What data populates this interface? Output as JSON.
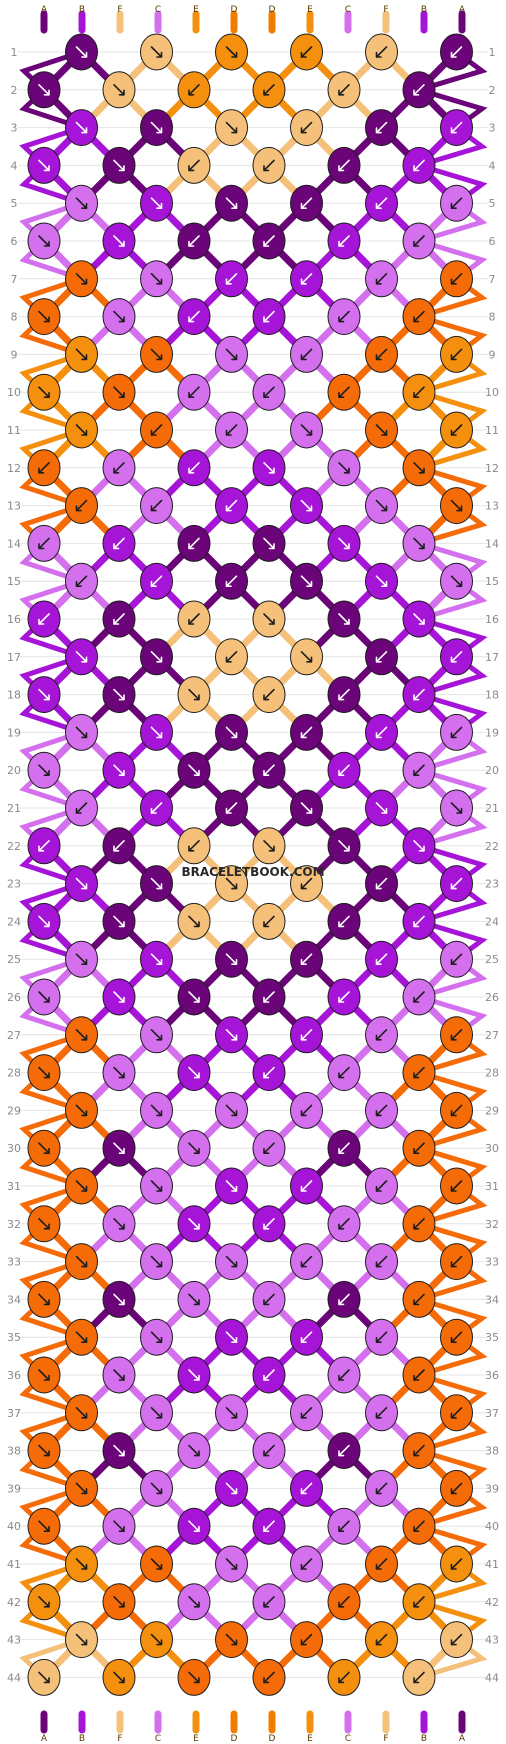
{
  "pattern": {
    "watermark": "BRACELETBOOK.COM",
    "rows": 44,
    "strands": [
      "A",
      "B",
      "F",
      "C",
      "E",
      "D",
      "D",
      "E",
      "C",
      "F",
      "B",
      "A"
    ],
    "colors": {
      "A": "#6a0478",
      "B": "#a614d8",
      "C": "#d470ee",
      "D": "#f07c00",
      "E": "#f4900e",
      "F": "#f5c07a",
      "O": "#f56b08"
    },
    "knot_rows": [
      {
        "k": [
          "A",
          "F",
          "E",
          "E",
          "F",
          "A"
        ],
        "d": [
          "r",
          "r",
          "r",
          "l",
          "l",
          "l"
        ]
      },
      {
        "k": [
          "A",
          "F",
          "E",
          "E",
          "F",
          "A"
        ],
        "d": [
          "r",
          "r",
          "l",
          "l",
          "l",
          "l"
        ]
      },
      {
        "k": [
          "B",
          "A",
          "F",
          "F",
          "A",
          "B"
        ],
        "d": [
          "r",
          "r",
          "r",
          "l",
          "l",
          "l"
        ]
      },
      {
        "k": [
          "B",
          "A",
          "F",
          "F",
          "A",
          "B"
        ],
        "d": [
          "r",
          "r",
          "l",
          "l",
          "l",
          "l"
        ]
      },
      {
        "k": [
          "C",
          "B",
          "A",
          "A",
          "B",
          "C"
        ],
        "d": [
          "r",
          "r",
          "r",
          "l",
          "l",
          "l"
        ]
      },
      {
        "k": [
          "C",
          "B",
          "A",
          "A",
          "B",
          "C"
        ],
        "d": [
          "r",
          "r",
          "l",
          "l",
          "l",
          "l"
        ]
      },
      {
        "k": [
          "O",
          "C",
          "B",
          "B",
          "C",
          "O"
        ],
        "d": [
          "r",
          "r",
          "l",
          "l",
          "l",
          "l"
        ]
      },
      {
        "k": [
          "O",
          "C",
          "B",
          "B",
          "C",
          "O"
        ],
        "d": [
          "r",
          "r",
          "l",
          "l",
          "l",
          "l"
        ]
      },
      {
        "k": [
          "E",
          "O",
          "C",
          "C",
          "O",
          "E"
        ],
        "d": [
          "r",
          "r",
          "r",
          "l",
          "l",
          "l"
        ]
      },
      {
        "k": [
          "E",
          "O",
          "C",
          "C",
          "O",
          "E"
        ],
        "d": [
          "r",
          "r",
          "l",
          "l",
          "l",
          "l"
        ]
      },
      {
        "k": [
          "E",
          "O",
          "C",
          "C",
          "O",
          "E"
        ],
        "d": [
          "r",
          "l",
          "l",
          "r",
          "r",
          "l"
        ]
      },
      {
        "k": [
          "O",
          "C",
          "B",
          "B",
          "C",
          "O"
        ],
        "d": [
          "l",
          "l",
          "l",
          "r",
          "r",
          "r"
        ]
      },
      {
        "k": [
          "O",
          "C",
          "B",
          "B",
          "C",
          "O"
        ],
        "d": [
          "l",
          "l",
          "l",
          "r",
          "r",
          "r"
        ]
      },
      {
        "k": [
          "C",
          "B",
          "A",
          "A",
          "B",
          "C"
        ],
        "d": [
          "l",
          "l",
          "l",
          "r",
          "r",
          "r"
        ]
      },
      {
        "k": [
          "C",
          "B",
          "A",
          "A",
          "B",
          "C"
        ],
        "d": [
          "l",
          "l",
          "l",
          "r",
          "r",
          "r"
        ]
      },
      {
        "k": [
          "B",
          "A",
          "F",
          "F",
          "A",
          "B"
        ],
        "d": [
          "l",
          "l",
          "l",
          "r",
          "r",
          "r"
        ]
      },
      {
        "k": [
          "B",
          "A",
          "F",
          "F",
          "A",
          "B"
        ],
        "d": [
          "r",
          "r",
          "l",
          "r",
          "l",
          "l"
        ]
      },
      {
        "k": [
          "B",
          "A",
          "F",
          "F",
          "A",
          "B"
        ],
        "d": [
          "r",
          "r",
          "r",
          "l",
          "l",
          "l"
        ]
      },
      {
        "k": [
          "C",
          "B",
          "A",
          "A",
          "B",
          "C"
        ],
        "d": [
          "r",
          "r",
          "r",
          "l",
          "l",
          "l"
        ]
      },
      {
        "k": [
          "C",
          "B",
          "A",
          "A",
          "B",
          "C"
        ],
        "d": [
          "r",
          "r",
          "r",
          "l",
          "l",
          "l"
        ]
      },
      {
        "k": [
          "C",
          "B",
          "A",
          "A",
          "B",
          "C"
        ],
        "d": [
          "l",
          "l",
          "l",
          "r",
          "r",
          "r"
        ]
      },
      {
        "k": [
          "B",
          "A",
          "F",
          "F",
          "A",
          "B"
        ],
        "d": [
          "l",
          "l",
          "l",
          "r",
          "r",
          "r"
        ]
      },
      {
        "k": [
          "B",
          "A",
          "F",
          "F",
          "A",
          "B"
        ],
        "d": [
          "r",
          "r",
          "r",
          "l",
          "l",
          "l"
        ]
      },
      {
        "k": [
          "B",
          "A",
          "F",
          "F",
          "A",
          "B"
        ],
        "d": [
          "r",
          "r",
          "r",
          "l",
          "l",
          "l"
        ]
      },
      {
        "k": [
          "C",
          "B",
          "A",
          "A",
          "B",
          "C"
        ],
        "d": [
          "r",
          "r",
          "r",
          "l",
          "l",
          "l"
        ]
      },
      {
        "k": [
          "C",
          "B",
          "A",
          "A",
          "B",
          "C"
        ],
        "d": [
          "r",
          "r",
          "r",
          "l",
          "l",
          "l"
        ]
      },
      {
        "k": [
          "O",
          "C",
          "B",
          "B",
          "C",
          "O"
        ],
        "d": [
          "r",
          "r",
          "r",
          "l",
          "l",
          "l"
        ]
      },
      {
        "k": [
          "O",
          "C",
          "B",
          "B",
          "C",
          "O"
        ],
        "d": [
          "r",
          "r",
          "r",
          "l",
          "l",
          "l"
        ]
      },
      {
        "k": [
          "O",
          "C",
          "C",
          "C",
          "C",
          "O"
        ],
        "d": [
          "r",
          "r",
          "r",
          "l",
          "l",
          "l"
        ]
      },
      {
        "k": [
          "O",
          "A",
          "C",
          "C",
          "A",
          "O"
        ],
        "d": [
          "r",
          "r",
          "r",
          "l",
          "l",
          "l"
        ]
      },
      {
        "k": [
          "O",
          "C",
          "B",
          "B",
          "C",
          "O"
        ],
        "d": [
          "r",
          "r",
          "r",
          "l",
          "l",
          "l"
        ]
      },
      {
        "k": [
          "O",
          "C",
          "B",
          "B",
          "C",
          "O"
        ],
        "d": [
          "r",
          "r",
          "r",
          "l",
          "l",
          "l"
        ]
      },
      {
        "k": [
          "O",
          "C",
          "C",
          "C",
          "C",
          "O"
        ],
        "d": [
          "r",
          "r",
          "r",
          "l",
          "l",
          "l"
        ]
      },
      {
        "k": [
          "O",
          "A",
          "C",
          "C",
          "A",
          "O"
        ],
        "d": [
          "r",
          "r",
          "r",
          "l",
          "l",
          "l"
        ]
      },
      {
        "k": [
          "O",
          "C",
          "B",
          "B",
          "C",
          "O"
        ],
        "d": [
          "r",
          "r",
          "r",
          "l",
          "l",
          "l"
        ]
      },
      {
        "k": [
          "O",
          "C",
          "B",
          "B",
          "C",
          "O"
        ],
        "d": [
          "r",
          "r",
          "r",
          "l",
          "l",
          "l"
        ]
      },
      {
        "k": [
          "O",
          "C",
          "C",
          "C",
          "C",
          "O"
        ],
        "d": [
          "r",
          "r",
          "r",
          "l",
          "l",
          "l"
        ]
      },
      {
        "k": [
          "O",
          "A",
          "C",
          "C",
          "A",
          "O"
        ],
        "d": [
          "r",
          "r",
          "r",
          "l",
          "l",
          "l"
        ]
      },
      {
        "k": [
          "O",
          "C",
          "B",
          "B",
          "C",
          "O"
        ],
        "d": [
          "r",
          "r",
          "r",
          "l",
          "l",
          "l"
        ]
      },
      {
        "k": [
          "O",
          "C",
          "B",
          "B",
          "C",
          "O"
        ],
        "d": [
          "r",
          "r",
          "r",
          "l",
          "l",
          "l"
        ]
      },
      {
        "k": [
          "E",
          "O",
          "C",
          "C",
          "O",
          "E"
        ],
        "d": [
          "r",
          "r",
          "r",
          "l",
          "l",
          "l"
        ]
      },
      {
        "k": [
          "E",
          "O",
          "C",
          "C",
          "O",
          "E"
        ],
        "d": [
          "r",
          "r",
          "r",
          "l",
          "l",
          "l"
        ]
      },
      {
        "k": [
          "F",
          "E",
          "O",
          "O",
          "E",
          "F"
        ],
        "d": [
          "r",
          "r",
          "r",
          "l",
          "l",
          "l"
        ]
      },
      {
        "k": [
          "F",
          "E",
          "O",
          "O",
          "E",
          "F"
        ],
        "d": [
          "r",
          "r",
          "r",
          "l",
          "l",
          "l"
        ]
      }
    ]
  }
}
